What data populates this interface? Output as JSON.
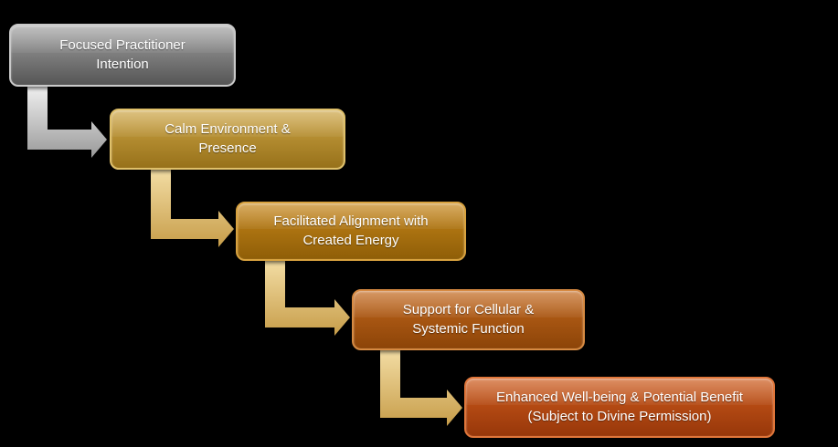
{
  "diagram": {
    "type": "step-down-process",
    "background": "#000000",
    "steps": [
      {
        "label": "Focused Practitioner Intention",
        "fill_top": "#a3a3a3",
        "fill_bottom": "#555555",
        "border": "#c9c9c9"
      },
      {
        "label": "Calm Environment & Presence",
        "fill_top": "#cda545",
        "fill_bottom": "#97711a",
        "border": "#dfc06a"
      },
      {
        "label": "Facilitated Alignment with Created Energy",
        "fill_top": "#c5851a",
        "fill_bottom": "#8f5e07",
        "border": "#d8a23f"
      },
      {
        "label": "Support for Cellular & Systemic Function",
        "fill_top": "#c2671c",
        "fill_bottom": "#8c4408",
        "border": "#d68a42"
      },
      {
        "label": "Enhanced Well-being & Potential Benefit (Subject to Divine Permission)",
        "fill_top": "#cd5a1b",
        "fill_bottom": "#97370a",
        "border": "#e0763a"
      }
    ],
    "arrows": [
      {
        "name": "arrow-step1-to-step2",
        "color_light": "#f0f0f0",
        "color_dark": "#999999"
      },
      {
        "name": "arrow-step2-to-step3",
        "color_light": "#f3dda4",
        "color_dark": "#c79d49"
      },
      {
        "name": "arrow-step3-to-step4",
        "color_light": "#f3dda4",
        "color_dark": "#c79d49"
      },
      {
        "name": "arrow-step4-to-step5",
        "color_light": "#f3dda4",
        "color_dark": "#c79d49"
      }
    ]
  }
}
